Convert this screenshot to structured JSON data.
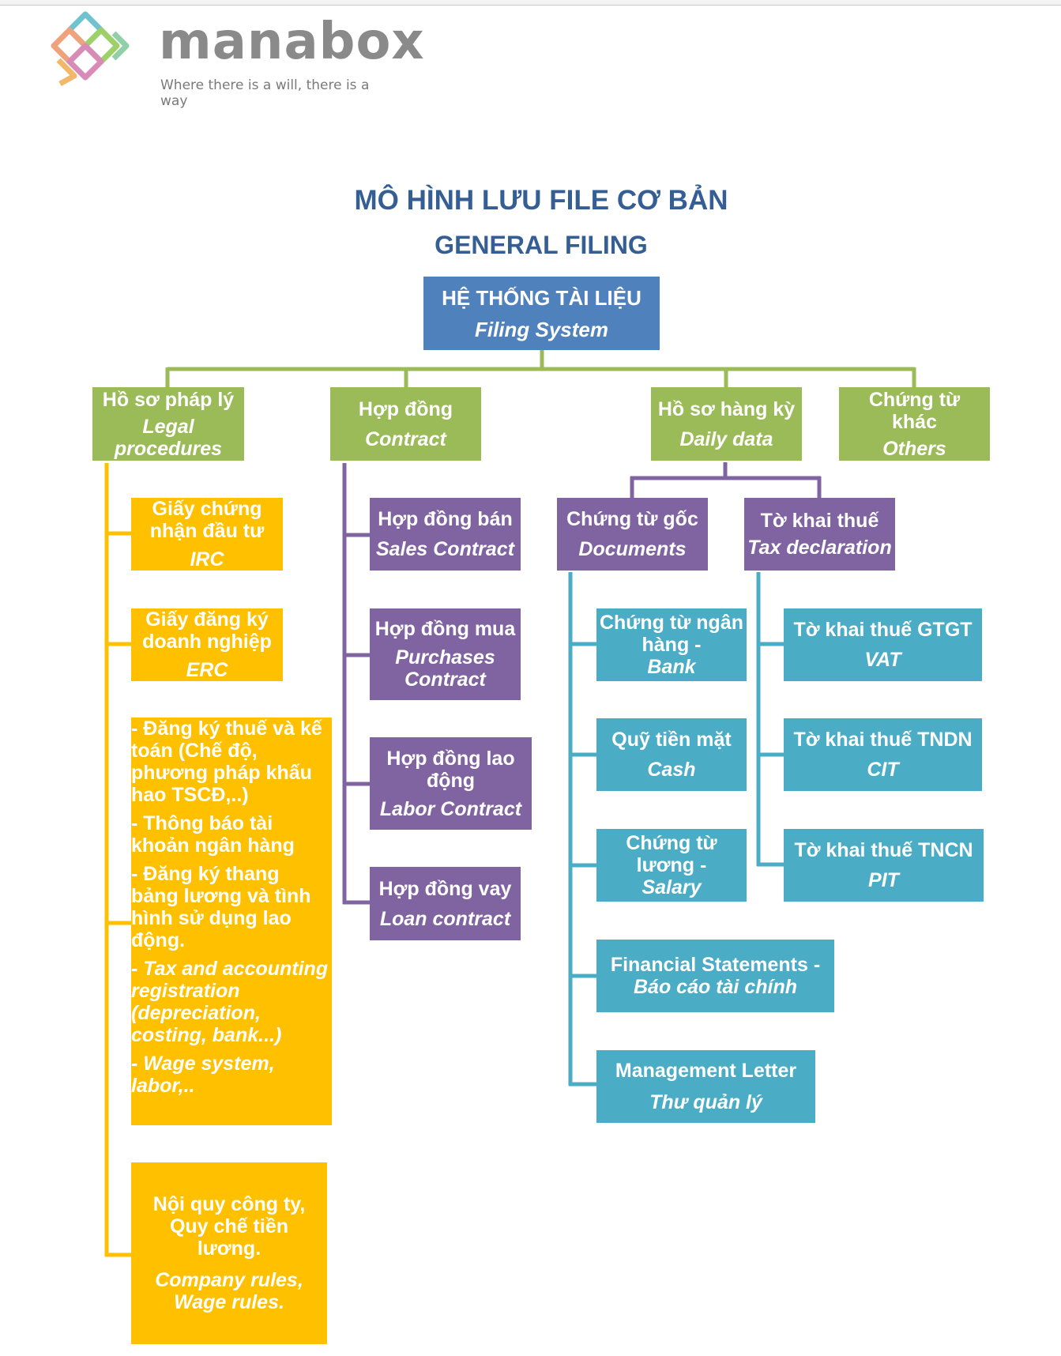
{
  "brand": {
    "name": "manabox",
    "tagline": "Where there is a will, there is a way"
  },
  "title": {
    "vi": "MÔ HÌNH LƯU FILE CƠ BẢN",
    "en": "GENERAL FILING"
  },
  "root": {
    "vi": "HỆ THỐNG TÀI LIỆU",
    "en": "Filing System"
  },
  "categories": {
    "legal": {
      "vi": "Hồ sơ pháp lý",
      "en": "Legal procedures"
    },
    "contract": {
      "vi": "Hợp đồng",
      "en": "Contract"
    },
    "daily": {
      "vi": "Hồ sơ hàng kỳ",
      "en": "Daily data"
    },
    "others": {
      "vi": "Chứng từ khác",
      "en": "Others"
    }
  },
  "legal_items": {
    "irc": {
      "vi": "Giấy chứng nhận đầu tư",
      "en": "IRC"
    },
    "erc": {
      "vi": "Giấy đăng ký doanh nghiệp",
      "en": "ERC"
    },
    "registration": {
      "p1": "- Đăng ký thuế và kế toán (Chế độ, phương pháp khấu hao TSCĐ,..)",
      "p2": "- Thông báo tài khoản ngân hàng",
      "p3": "- Đăng ký thang bảng lương và tình hình sử dụng lao động.",
      "p4": " - Tax and accounting registration (depreciation, costing, bank...)",
      "p5": "- Wage system, labor,.."
    },
    "rules": {
      "vi": "Nội quy công ty, Quy chế tiền lương.",
      "en": "Company rules, Wage rules."
    }
  },
  "contract_items": {
    "sales": {
      "vi": "Hợp đồng bán",
      "en": "Sales Contract"
    },
    "purchases": {
      "vi": "Hợp đồng mua",
      "en": "Purchases Contract"
    },
    "labor": {
      "vi": "Hợp đồng lao động",
      "en": "Labor Contract"
    },
    "loan": {
      "vi": "Hợp đồng vay",
      "en": "Loan contract"
    }
  },
  "daily_items": {
    "documents": {
      "vi": "Chứng từ gốc",
      "en": "Documents"
    },
    "tax": {
      "vi": "Tờ khai thuế",
      "en": "Tax declaration"
    }
  },
  "document_items": {
    "bank": {
      "vi": "Chứng từ ngân hàng -",
      "en": "Bank"
    },
    "cash": {
      "vi": "Quỹ tiền mặt",
      "en": "Cash"
    },
    "salary": {
      "vi": "Chứng từ lương -",
      "en": "Salary"
    },
    "fs": {
      "vi": "Financial Statements -",
      "en": "Báo cáo tài chính"
    },
    "ml": {
      "vi": "Management Letter",
      "en": "Thư quản lý"
    }
  },
  "tax_items": {
    "vat": {
      "vi": "Tờ khai thuế GTGT",
      "en": "VAT"
    },
    "cit": {
      "vi": "Tờ khai thuế TNDN",
      "en": "CIT"
    },
    "pit": {
      "vi": "Tờ khai thuế TNCN",
      "en": "PIT"
    }
  },
  "colors": {
    "root": "#4f81bd",
    "category": "#9bbb59",
    "legal": "#ffc000",
    "contract": "#8064a2",
    "daily": "#4bacc6",
    "title": "#355f94"
  }
}
